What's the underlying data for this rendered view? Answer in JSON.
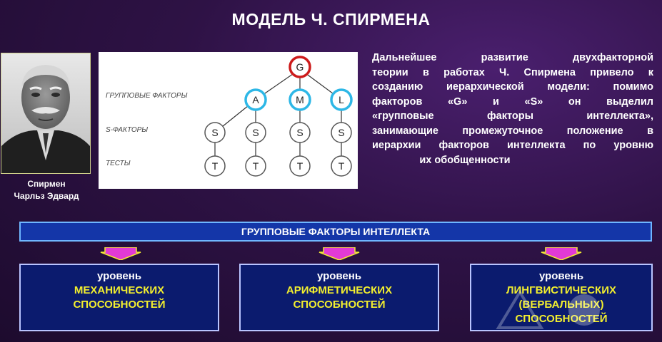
{
  "title": "МОДЕЛЬ Ч. СПИРМЕНА",
  "portrait": {
    "caption_line1": "Спирмен",
    "caption_line2": "Чарльз Эдвард"
  },
  "tree": {
    "row_labels": [
      "ГРУППОВЫЕ ФАКТОРЫ",
      "S-ФАКТОРЫ",
      "ТЕСТЫ"
    ],
    "root": "G",
    "group_factors": [
      "A",
      "M",
      "L"
    ],
    "s_factors": [
      "S",
      "S",
      "S",
      "S"
    ],
    "tests": [
      "T",
      "T",
      "T",
      "T"
    ],
    "colors": {
      "root_ring": "#cc1b1b",
      "group_ring": "#2db7e6",
      "plain_ring": "#555555"
    }
  },
  "description": {
    "lines": [
      "Дальнейшее развитие двухфакторной",
      "теории в работах Ч. Спирмена привело к",
      "созданию иерархической модели: помимо",
      "факторов «G» и «S» он выделил",
      "«групповые факторы интеллекта»,",
      "занимающие промежуточное положение в",
      "иерархии факторов интеллекта по уровню"
    ],
    "last_line": "их обобщенности"
  },
  "band": {
    "label": "ГРУППОВЫЕ ФАКТОРЫ ИНТЕЛЛЕКТА"
  },
  "levels": [
    {
      "head": "уровень",
      "line1": "МЕХАНИЧЕСКИХ",
      "line2": "СПОСОБНОСТЕЙ",
      "line3": ""
    },
    {
      "head": "уровень",
      "line1": "АРИФМЕТИЧЕСКИХ",
      "line2": "СПОСОБНОСТЕЙ",
      "line3": ""
    },
    {
      "head": "уровень",
      "line1": "ЛИНГВИСТИЧЕСКИХ",
      "line2": "(ВЕРБАЛЬНЫХ)",
      "line3": "СПОСОБНОСТЕЙ"
    }
  ],
  "colors": {
    "background": "#2e1245",
    "band": "#1436a8",
    "level_box": "#0b1b6e",
    "level_text": "#f3ef2e",
    "arrow": "#e23ad6"
  }
}
